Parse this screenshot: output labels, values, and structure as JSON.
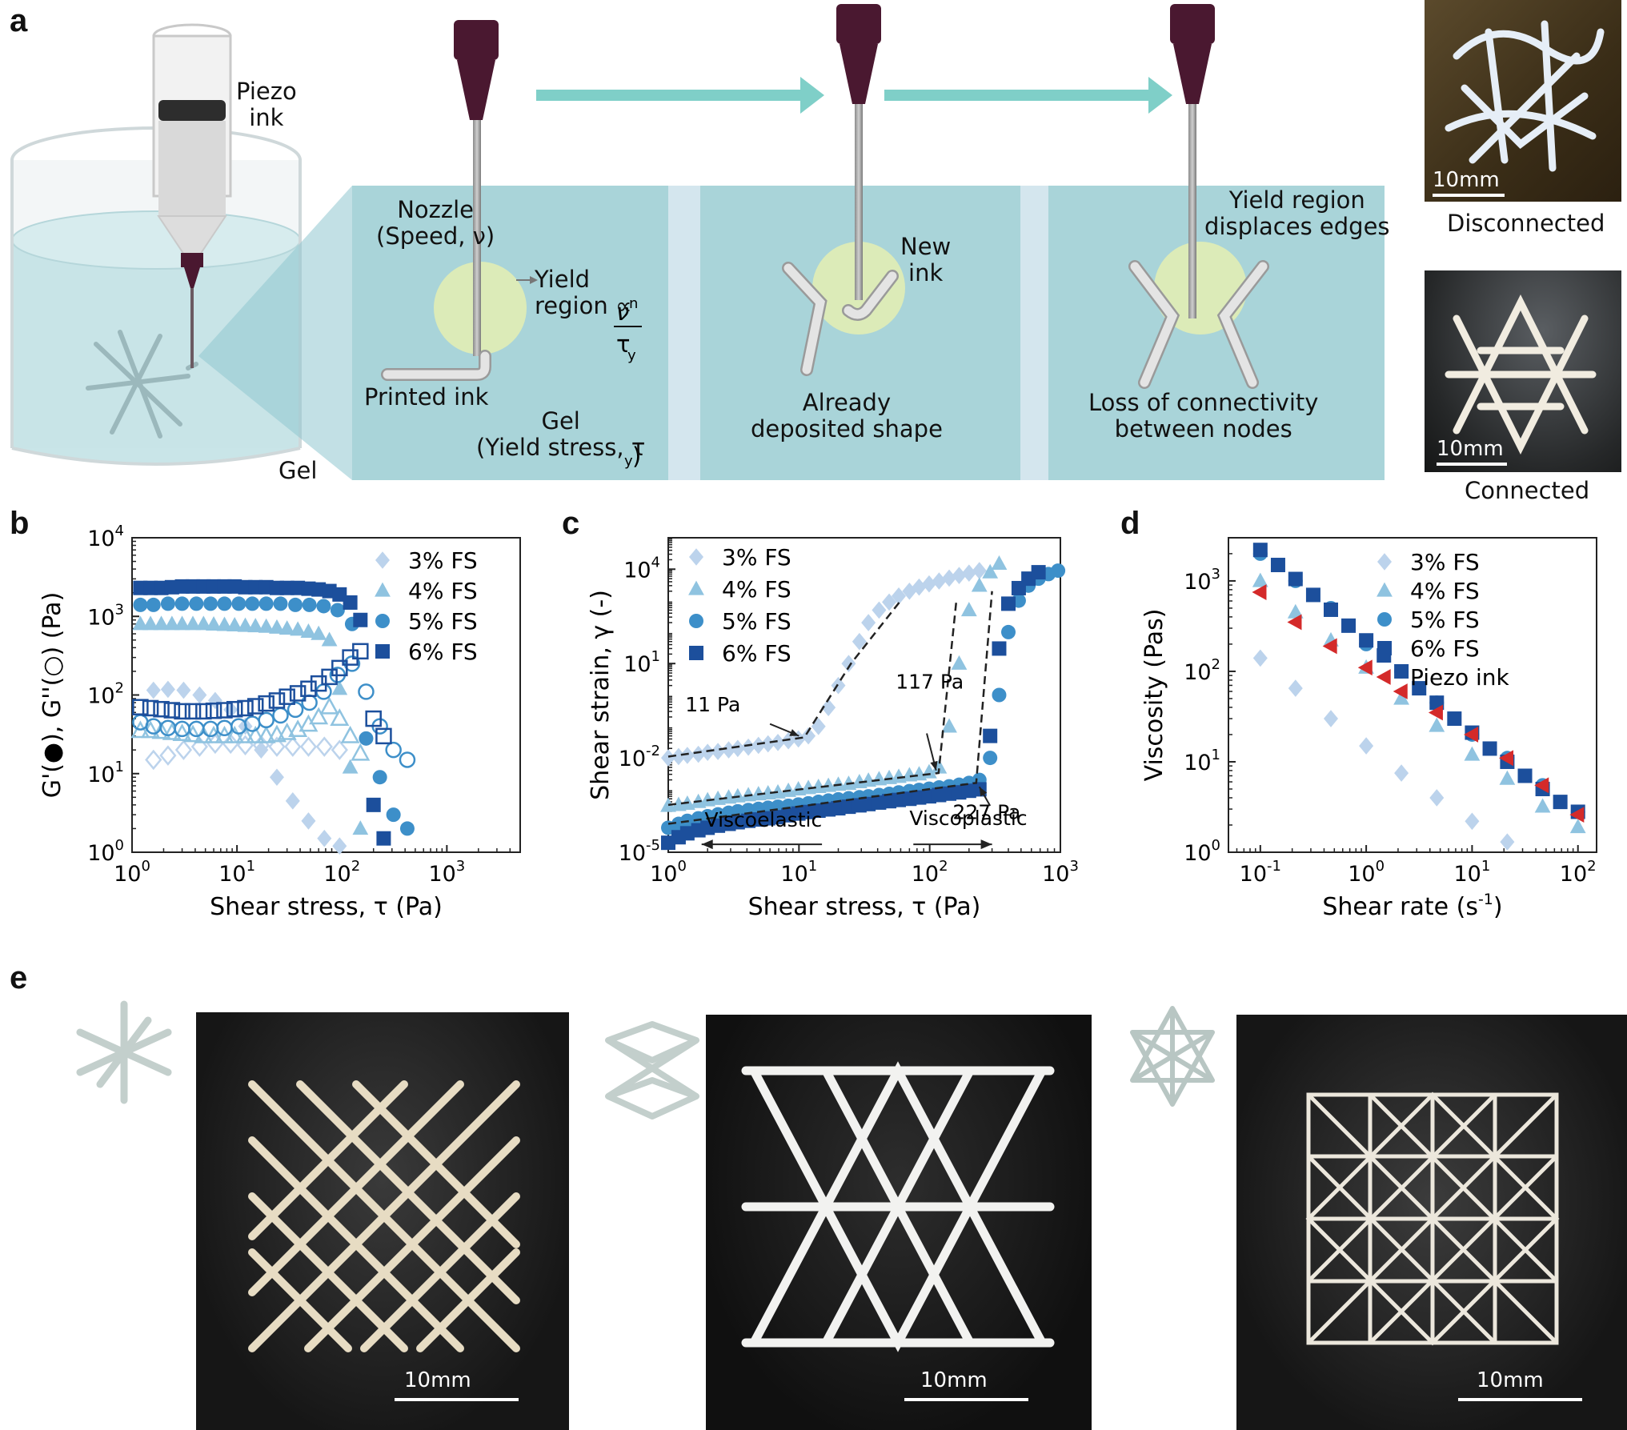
{
  "panels": {
    "a": "a",
    "b": "b",
    "c": "c",
    "d": "d",
    "e": "e"
  },
  "panel_a": {
    "piezo_ink": "Piezo\nink",
    "gel": "Gel",
    "nozzle": "Nozzle\n(Speed, ν)",
    "yield_region": "Yield\nregion ∝",
    "printed_ink": "Printed ink",
    "gel_yield": "Gel\n(Yield stress, τ",
    "new_ink": "New\nink",
    "already_deposited": "Already\ndeposited shape",
    "yield_displaces": "Yield region\ndisplaces edges",
    "loss_connectivity": "Loss of connectivity\nbetween nodes",
    "photo_top_scale": "10mm",
    "photo_top_caption": "Disconnected",
    "photo_bottom_scale": "10mm",
    "photo_bottom_caption": "Connected"
  },
  "panel_e": {
    "scale1": "10mm",
    "scale2": "10mm",
    "scale3": "10mm"
  },
  "colors": {
    "fs3": "#bcd3ec",
    "fs4": "#8fc3e0",
    "fs5": "#3d8fc9",
    "fs6": "#1c4f9c",
    "piezo": "#d42a2a",
    "teal_panel": "#a9d4d9",
    "arrow": "#7fcfc8",
    "nozzle": "#4a1830",
    "yield_circle": "#dcebb8"
  },
  "chart_data": [
    {
      "id": "b",
      "type": "scatter",
      "xlabel": "Shear stress,  τ (Pa)",
      "ylabel": "G'(●), G''(○) (Pa)",
      "xscale": "log",
      "yscale": "log",
      "xlim": [
        1,
        5000
      ],
      "ylim": [
        1,
        10000
      ],
      "xticks": [
        "10^0",
        "10^1",
        "10^2",
        "10^3"
      ],
      "yticks": [
        "10^0",
        "10^1",
        "10^2",
        "10^3",
        "10^4"
      ],
      "legend": [
        "3% FS",
        "4% FS",
        "5% FS",
        "6% FS"
      ],
      "legend_position": "top-right",
      "series": [
        {
          "name": "3% FS",
          "kind": "G'",
          "marker": "diamond",
          "filled": true,
          "x": [
            1.6,
            2.2,
            3.1,
            4.4,
            6.2,
            8.7,
            12,
            17,
            24,
            34,
            48,
            68,
            95
          ],
          "y": [
            115,
            118,
            115,
            100,
            85,
            65,
            40,
            20,
            9,
            4.5,
            2.5,
            1.5,
            1.2
          ]
        },
        {
          "name": "3% FS",
          "kind": "G''",
          "marker": "diamond",
          "filled": false,
          "x": [
            1.6,
            2.2,
            3.1,
            4.4,
            6.2,
            8.7,
            12,
            17,
            24,
            34,
            48,
            68,
            95
          ],
          "y": [
            15,
            17,
            20,
            22,
            24,
            24,
            23,
            23,
            22,
            22,
            22,
            22,
            20
          ]
        },
        {
          "name": "4% FS",
          "kind": "G'",
          "marker": "triangle",
          "filled": true,
          "x": [
            1.2,
            1.5,
            1.9,
            2.4,
            3.0,
            3.8,
            4.8,
            6.0,
            7.6,
            9.5,
            12,
            15,
            19,
            24,
            30,
            38,
            48,
            60,
            76,
            95,
            120,
            150
          ],
          "y": [
            800,
            800,
            800,
            800,
            800,
            800,
            800,
            790,
            780,
            770,
            760,
            750,
            740,
            720,
            700,
            680,
            640,
            600,
            500,
            120,
            12,
            2.0
          ]
        },
        {
          "name": "4% FS",
          "kind": "G''",
          "marker": "triangle",
          "filled": false,
          "x": [
            1.2,
            1.5,
            1.9,
            2.4,
            3.0,
            3.8,
            4.8,
            6.0,
            7.6,
            9.5,
            12,
            15,
            19,
            24,
            30,
            38,
            48,
            60,
            76,
            95,
            120,
            150
          ],
          "y": [
            35,
            35,
            34,
            33,
            32,
            31,
            30,
            30,
            30,
            30,
            30,
            30,
            30,
            31,
            33,
            36,
            42,
            52,
            70,
            50,
            30,
            18
          ]
        },
        {
          "name": "5% FS",
          "kind": "G'",
          "marker": "circle",
          "filled": true,
          "x": [
            1.2,
            1.6,
            2.2,
            3.0,
            4.1,
            5.6,
            7.6,
            10.4,
            14,
            19,
            26,
            36,
            49,
            67,
            91,
            125,
            170,
            230,
            310,
            420
          ],
          "y": [
            1400,
            1400,
            1450,
            1450,
            1450,
            1450,
            1450,
            1450,
            1450,
            1450,
            1450,
            1400,
            1400,
            1350,
            1200,
            800,
            28,
            9,
            3.0,
            2.0
          ]
        },
        {
          "name": "5% FS",
          "kind": "G''",
          "marker": "circle",
          "filled": false,
          "x": [
            1.2,
            1.6,
            2.2,
            3.0,
            4.1,
            5.6,
            7.6,
            10.4,
            14,
            19,
            26,
            36,
            49,
            67,
            91,
            125,
            170,
            230,
            310,
            420
          ],
          "y": [
            45,
            40,
            38,
            37,
            37,
            37,
            38,
            40,
            43,
            48,
            55,
            65,
            80,
            110,
            180,
            250,
            110,
            40,
            20,
            15
          ]
        },
        {
          "name": "6% FS",
          "kind": "G'",
          "marker": "square",
          "filled": true,
          "x": [
            1.2,
            1.5,
            1.9,
            2.4,
            3.0,
            3.8,
            4.8,
            6.0,
            7.6,
            9.5,
            12,
            15,
            19,
            24,
            30,
            38,
            48,
            60,
            76,
            95,
            120,
            150,
            200,
            250
          ],
          "y": [
            2300,
            2300,
            2300,
            2350,
            2400,
            2400,
            2400,
            2400,
            2400,
            2400,
            2350,
            2350,
            2350,
            2300,
            2300,
            2300,
            2250,
            2200,
            2100,
            1900,
            1500,
            900,
            4.0,
            1.5
          ]
        },
        {
          "name": "6% FS",
          "kind": "G''",
          "marker": "square",
          "filled": false,
          "x": [
            1.2,
            1.5,
            1.9,
            2.4,
            3.0,
            3.8,
            4.8,
            6.0,
            7.6,
            9.5,
            12,
            15,
            19,
            24,
            30,
            38,
            48,
            60,
            76,
            95,
            120,
            150,
            200,
            250
          ],
          "y": [
            70,
            68,
            66,
            64,
            62,
            62,
            62,
            63,
            64,
            66,
            68,
            72,
            78,
            85,
            95,
            105,
            120,
            140,
            170,
            220,
            300,
            360,
            50,
            30
          ]
        }
      ]
    },
    {
      "id": "c",
      "type": "scatter",
      "xlabel": "Shear stress,  τ (Pa)",
      "ylabel": "Shear strain,  γ (-)",
      "xscale": "log",
      "yscale": "log",
      "xlim": [
        1,
        1000
      ],
      "ylim": [
        1e-05,
        100000
      ],
      "xticks": [
        "10^0",
        "10^1",
        "10^2",
        "10^3"
      ],
      "yticks": [
        "10^-5",
        "10^-2",
        "10^1",
        "10^4"
      ],
      "legend": [
        "3% FS",
        "4% FS",
        "5% FS",
        "6% FS"
      ],
      "legend_position": "top-left",
      "annotations": [
        "11 Pa",
        "117 Pa",
        "227 Pa",
        "Viscoelastic",
        "Viscoplastic"
      ],
      "series": [
        {
          "name": "3% FS",
          "marker": "diamond",
          "x": [
            1.0,
            1.2,
            1.4,
            1.7,
            2.0,
            2.4,
            2.9,
            3.4,
            4.1,
            4.9,
            5.8,
            6.9,
            8.3,
            9.9,
            11.8,
            14.1,
            16.8,
            20,
            24,
            29,
            34,
            41,
            49,
            58,
            70,
            83,
            99,
            118,
            141,
            168,
            200,
            240
          ],
          "y": [
            0.01,
            0.011,
            0.012,
            0.013,
            0.015,
            0.016,
            0.018,
            0.02,
            0.022,
            0.025,
            0.028,
            0.031,
            0.035,
            0.04,
            0.05,
            0.1,
            0.4,
            2.0,
            10,
            50,
            200,
            500,
            900,
            1400,
            2000,
            2700,
            3400,
            4200,
            5200,
            6300,
            7500,
            9000
          ]
        },
        {
          "name": "4% FS",
          "marker": "triangle",
          "x": [
            1.0,
            1.2,
            1.4,
            1.7,
            2.0,
            2.4,
            2.9,
            3.4,
            4.1,
            4.9,
            5.8,
            6.9,
            8.3,
            9.9,
            11.8,
            14.1,
            16.8,
            20,
            24,
            29,
            34,
            41,
            49,
            58,
            70,
            83,
            99,
            118,
            141,
            168,
            200,
            240,
            290,
            340
          ],
          "y": [
            0.0003,
            0.00032,
            0.00035,
            0.0004,
            0.00045,
            0.0005,
            0.00055,
            0.0006,
            0.00065,
            0.0007,
            0.00075,
            0.0008,
            0.0009,
            0.001,
            0.0011,
            0.0012,
            0.0013,
            0.0014,
            0.0015,
            0.0017,
            0.0019,
            0.0021,
            0.0023,
            0.0025,
            0.0028,
            0.003,
            0.0035,
            0.005,
            0.1,
            10,
            500,
            3000,
            8000,
            15000
          ]
        },
        {
          "name": "5% FS",
          "marker": "circle",
          "x": [
            1.0,
            1.2,
            1.4,
            1.7,
            2.0,
            2.4,
            2.9,
            3.4,
            4.1,
            4.9,
            5.8,
            6.9,
            8.3,
            9.9,
            11.8,
            14.1,
            16.8,
            20,
            24,
            29,
            34,
            41,
            49,
            58,
            70,
            83,
            99,
            118,
            141,
            168,
            200,
            240,
            290,
            340,
            400,
            480,
            570,
            680,
            810,
            960
          ],
          "y": [
            6e-05,
            8e-05,
            0.0001,
            0.00012,
            0.00014,
            0.00016,
            0.00018,
            0.0002,
            0.00022,
            0.00024,
            0.00026,
            0.00028,
            0.0003,
            0.00033,
            0.00036,
            0.0004,
            0.00044,
            0.00048,
            0.00052,
            0.00056,
            0.0006,
            0.00066,
            0.00072,
            0.0008,
            0.00088,
            0.00096,
            0.00105,
            0.00115,
            0.00125,
            0.0014,
            0.0016,
            0.002,
            0.01,
            1.0,
            100,
            1000,
            3000,
            5000,
            7000,
            9000
          ]
        },
        {
          "name": "6% FS",
          "marker": "square",
          "x": [
            1.0,
            1.2,
            1.4,
            1.7,
            2.0,
            2.4,
            2.9,
            3.4,
            4.1,
            4.9,
            5.8,
            6.9,
            8.3,
            9.9,
            11.8,
            14.1,
            16.8,
            20,
            24,
            29,
            34,
            41,
            49,
            58,
            70,
            83,
            99,
            118,
            141,
            168,
            200,
            240,
            290,
            340,
            400,
            480,
            570,
            680
          ],
          "y": [
            2e-05,
            3e-05,
            4e-05,
            5e-05,
            6e-05,
            7e-05,
            8e-05,
            9e-05,
            0.0001,
            0.00011,
            0.00012,
            0.00013,
            0.00015,
            0.00017,
            0.00019,
            0.00021,
            0.00023,
            0.00025,
            0.00028,
            0.00031,
            0.00034,
            0.00038,
            0.00042,
            0.00046,
            0.0005,
            0.00055,
            0.0006,
            0.00066,
            0.00073,
            0.0008,
            0.0009,
            0.001,
            0.05,
            30,
            800,
            2500,
            5000,
            8000
          ]
        }
      ]
    },
    {
      "id": "d",
      "type": "scatter",
      "xlabel": "Shear rate (s^-1)",
      "ylabel": "Viscosity (Pas)",
      "xscale": "log",
      "yscale": "log",
      "xlim": [
        0.05,
        150
      ],
      "ylim": [
        1,
        3000
      ],
      "xticks": [
        "10^-1",
        "10^0",
        "10^1",
        "10^2"
      ],
      "yticks": [
        "10^0",
        "10^1",
        "10^2",
        "10^3"
      ],
      "legend": [
        "3% FS",
        "4% FS",
        "5% FS",
        "6% FS",
        "Piezo ink"
      ],
      "legend_position": "top-right",
      "series": [
        {
          "name": "3% FS",
          "marker": "diamond",
          "x": [
            0.1,
            0.215,
            0.464,
            1.0,
            2.15,
            4.64,
            10,
            21.5
          ],
          "y": [
            140,
            65,
            30,
            15,
            7.5,
            4.0,
            2.2,
            1.3
          ]
        },
        {
          "name": "4% FS",
          "marker": "triangle",
          "x": [
            0.1,
            0.215,
            0.464,
            1.0,
            2.15,
            4.64,
            10,
            21.5,
            46.4,
            100
          ],
          "y": [
            1000,
            450,
            220,
            110,
            50,
            25,
            12,
            6.5,
            3.2,
            1.9
          ]
        },
        {
          "name": "5% FS",
          "marker": "circle",
          "x": [
            0.1,
            0.215,
            0.464,
            1.0,
            2.15,
            4.64,
            10,
            21.5,
            46.4,
            100
          ],
          "y": [
            2000,
            1000,
            500,
            200,
            100,
            45,
            20,
            11,
            5.5,
            2.8
          ]
        },
        {
          "name": "6% FS",
          "marker": "square",
          "x": [
            0.1,
            0.147,
            0.215,
            0.316,
            0.464,
            0.681,
            1.0,
            1.47,
            2.15,
            3.16,
            4.64,
            6.81,
            10,
            14.7,
            21.5,
            31.6,
            46.4,
            68.1,
            100
          ],
          "y": [
            2200,
            1500,
            1050,
            700,
            480,
            320,
            220,
            150,
            100,
            65,
            45,
            30,
            21,
            14,
            10,
            7,
            5,
            3.6,
            2.8
          ]
        },
        {
          "name": "Piezo ink",
          "marker": "triangle-left",
          "x": [
            0.1,
            0.215,
            0.464,
            1.0,
            2.15,
            4.64,
            10,
            21.5,
            46.4,
            100
          ],
          "y": [
            750,
            350,
            190,
            110,
            60,
            35,
            20,
            11,
            5.5,
            2.6
          ]
        }
      ]
    }
  ]
}
